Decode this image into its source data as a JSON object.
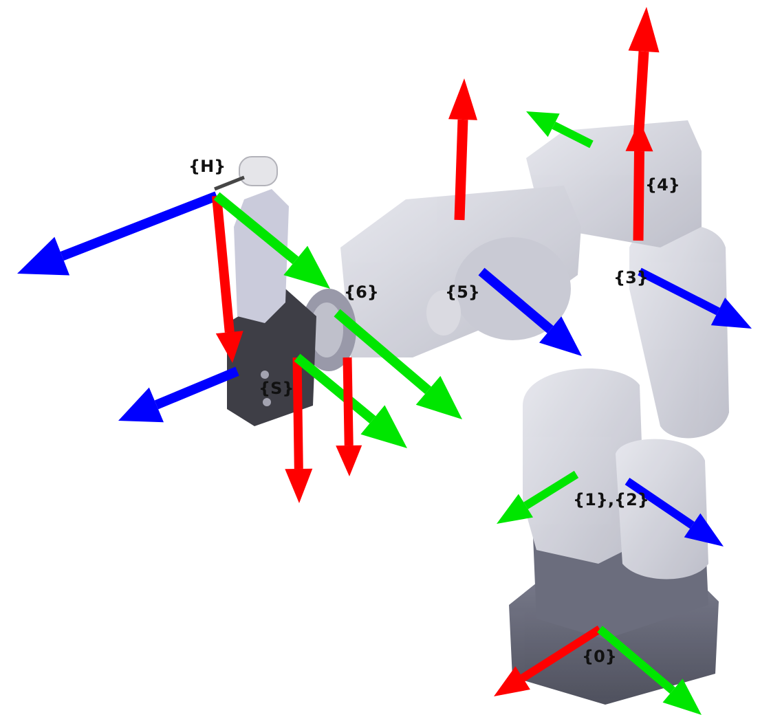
{
  "colors": {
    "x_axis": "#ff0000",
    "y_axis": "#00e600",
    "z_axis": "#0000ff",
    "robot_body": "#c9cad3",
    "robot_base": "#4a4c5c",
    "gripper_dark": "#2a2a33",
    "label": "#111111"
  },
  "labels": {
    "frame_h": "{H}",
    "frame_s": "{S}",
    "frame_6": "{6}",
    "frame_5": "{5}",
    "frame_4": "{4}",
    "frame_3": "{3}",
    "frame_12": "{1},{2}",
    "frame_0": "{0}"
  }
}
